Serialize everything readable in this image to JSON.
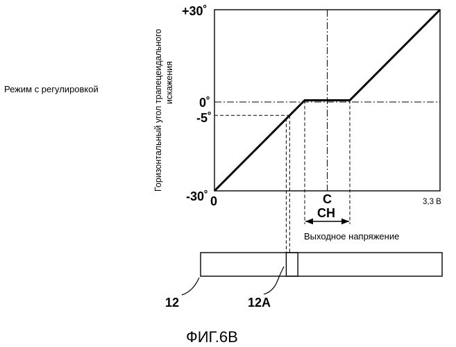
{
  "figure": {
    "mode_label": "Режим с регулировкой",
    "y_axis_title": [
      "Горизонтальный угол трапецеидального",
      "искажения"
    ],
    "y_ticks": [
      "+30˚",
      "0˚",
      "-5˚",
      "-30˚"
    ],
    "x_origin_label": "0",
    "x_max_label": "3,3 В",
    "c_label": "C",
    "ch_label": "CH",
    "x_axis_title": "Выходное напряжение",
    "bar_label": "12",
    "bar_segment_label": "12A",
    "caption": "ФИГ.6В"
  },
  "chart_data": {
    "type": "line",
    "x": [
      0,
      1.32,
      1.98,
      3.3
    ],
    "y": [
      -30,
      0,
      0,
      30
    ],
    "xlim": [
      0,
      3.3
    ],
    "ylim": [
      -30,
      30
    ],
    "center_x": 1.65,
    "y_at_minus5": -5,
    "ch_range": [
      1.32,
      1.98
    ],
    "bar_segment_range": [
      1.05,
      1.22
    ]
  }
}
